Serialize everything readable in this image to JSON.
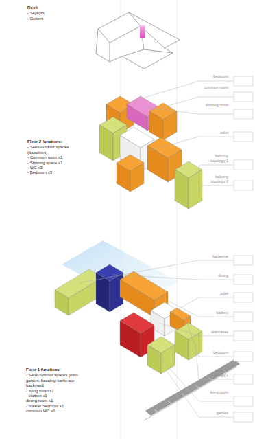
{
  "diagram": {
    "labels": [
      "Roof:",
      "- Skylight",
      "- Gutters",
      "bedroom",
      "common room",
      "shrining room",
      "toilet",
      "balcony topology 1",
      "balcony topology 2",
      "Floor 2 functions:",
      "- Semi-outdoor spaces (bacolnies)",
      "- Common room x1",
      "- Shrining space x1",
      "- WC x3",
      "- Bedroom x3",
      "barbecue",
      "dining",
      "toilet",
      "kitchen",
      "staircases",
      "bedroom",
      "balcony topology 1",
      "living room",
      "garden",
      "Floor 1 functions:",
      "- Semi-outdoor spaces (mini-garden, bacolny, barbecue backyard)",
      "- living room x1",
      "- kitchen x1",
      "dining room x1",
      "- master bedroom x1",
      "common WC x1"
    ]
  }
}
